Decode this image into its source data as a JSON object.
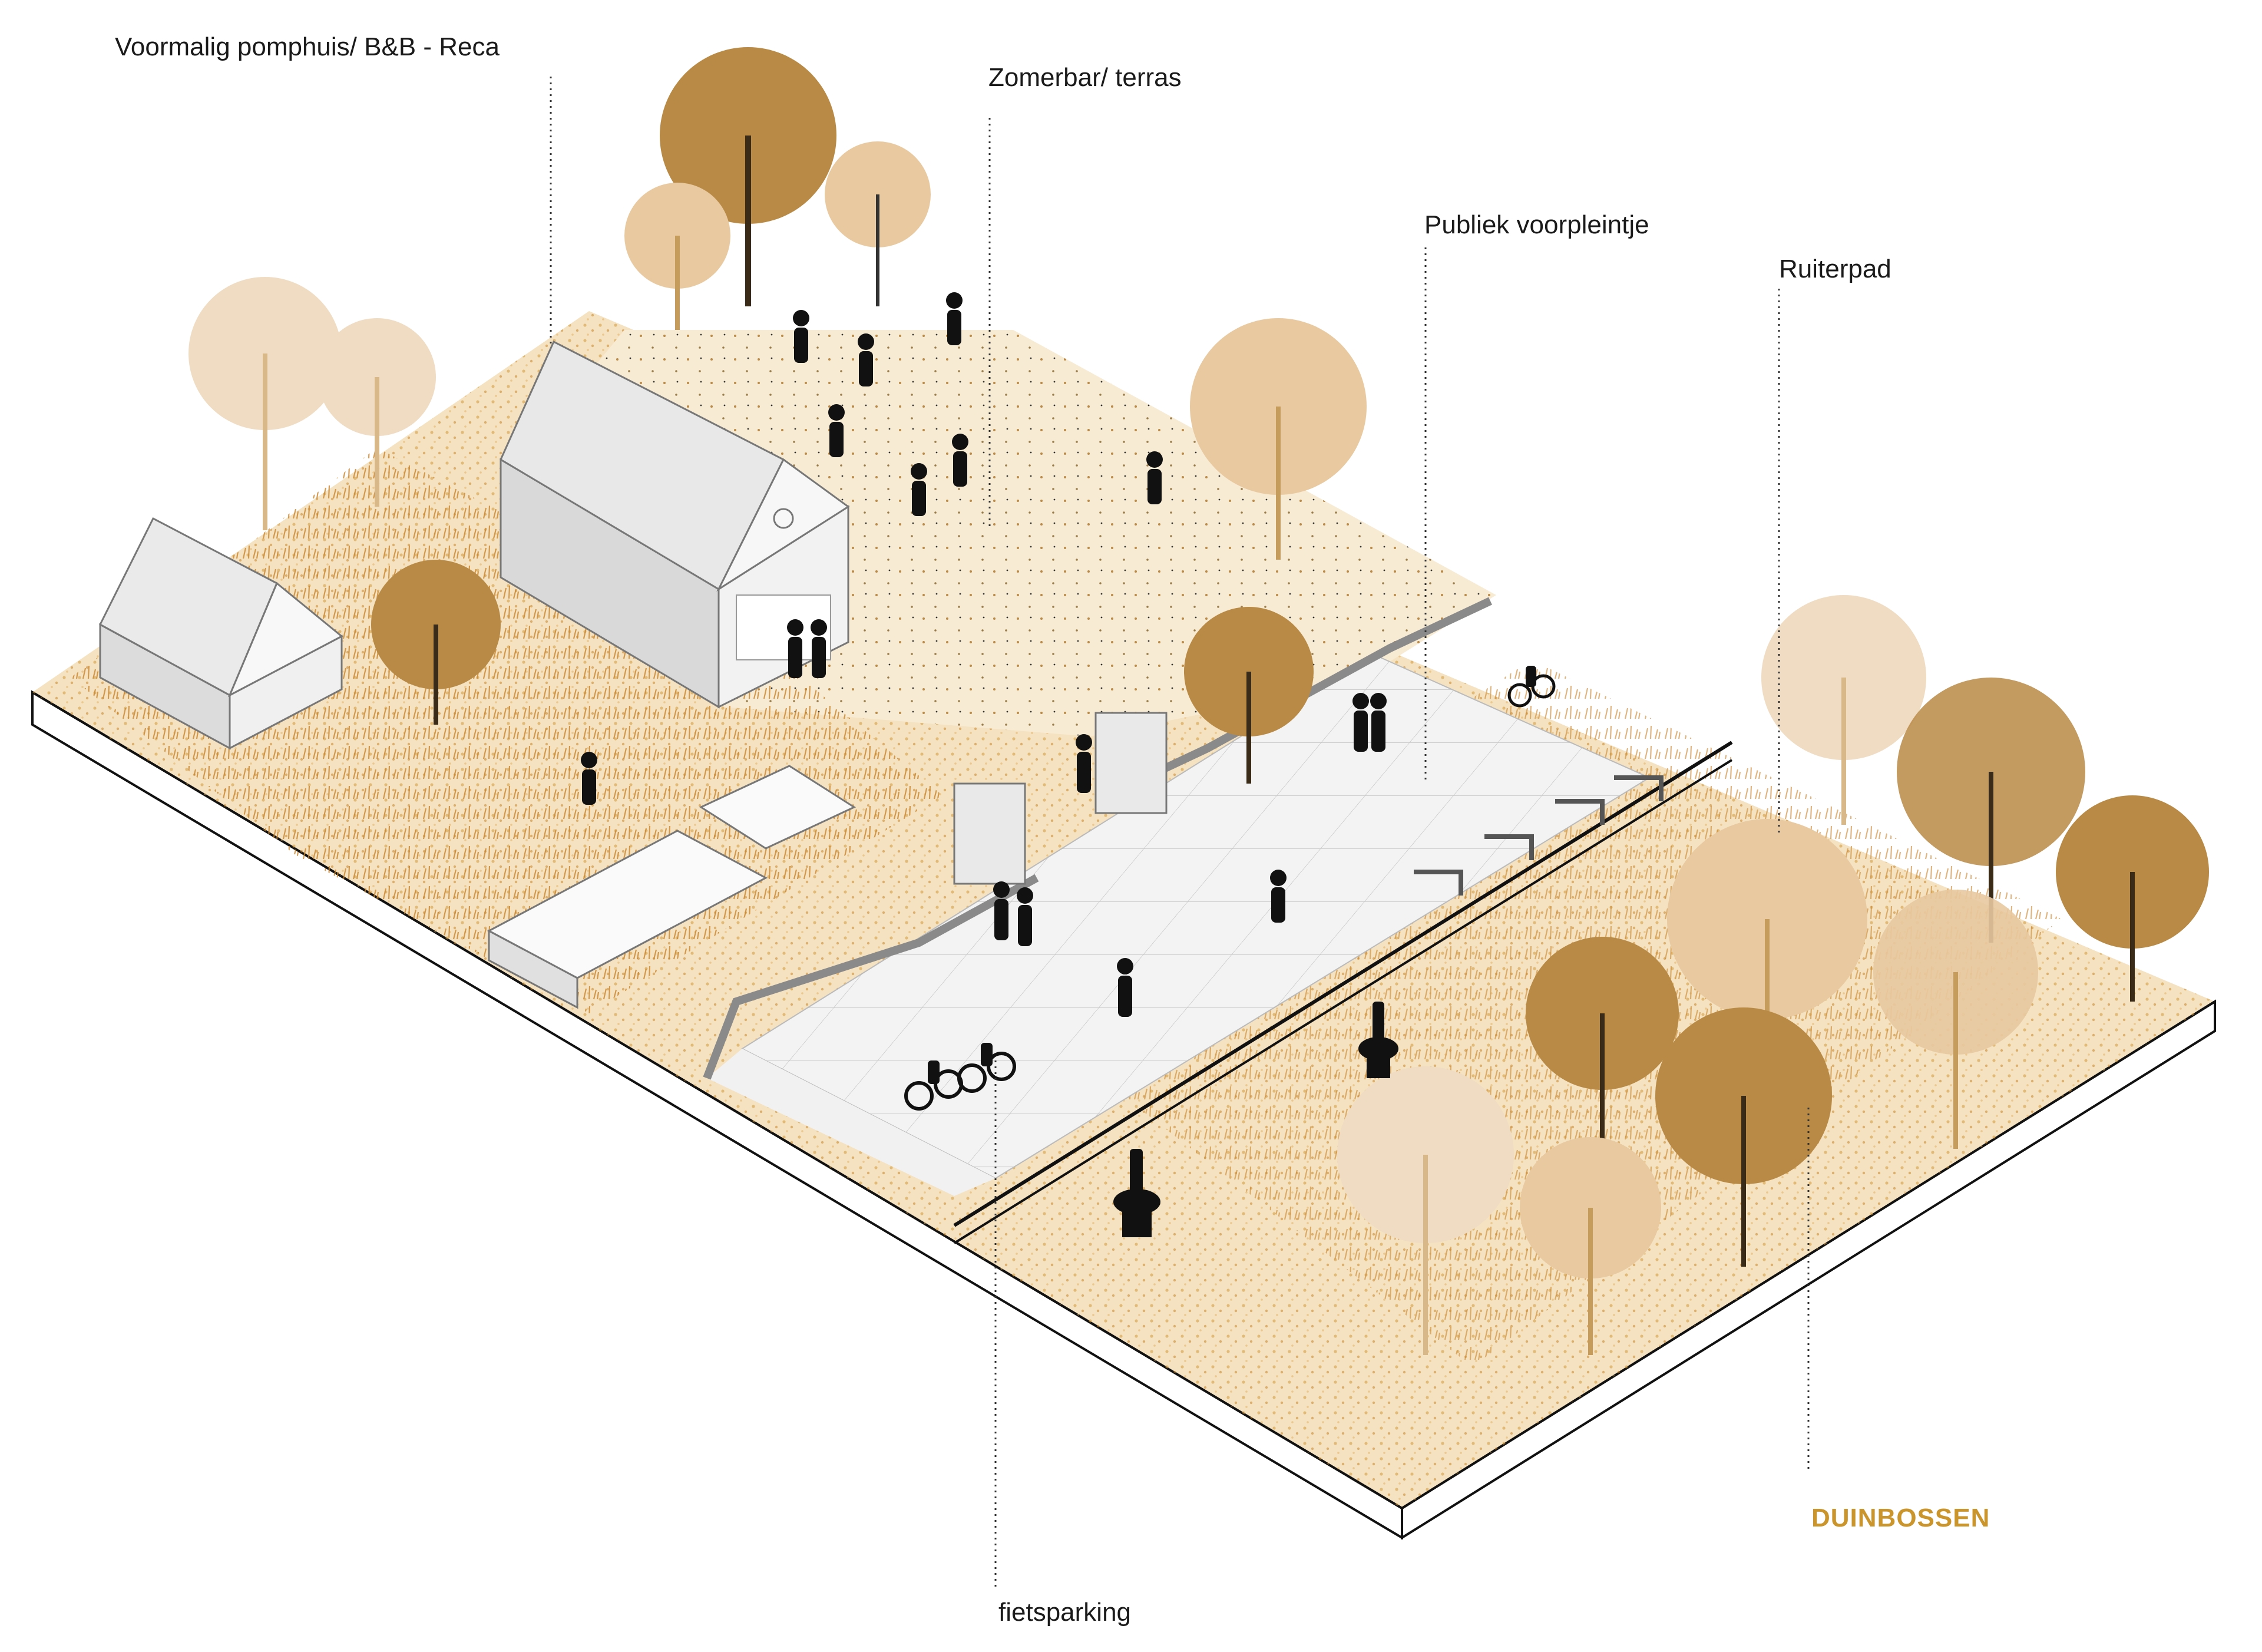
{
  "labels": {
    "pomphuis": "Voormalig pomphuis/ B&B - Reca",
    "zomerbar": "Zomerbar/ terras",
    "voorpleintje": "Publiek voorpleintje",
    "ruiterpad": "Ruiterpad",
    "fietsparking": "fietsparking",
    "duinbossen": "DUINBOSSEN"
  },
  "colors": {
    "ground": "#f6e4c4",
    "terrace": "#f8ead2",
    "meadow": "#e9c891",
    "dots": "#d39a3b",
    "tree_dark": "#b88a45",
    "tree_light": "#e8c9a0",
    "tree_pale": "#efdcc2",
    "building": "#e6e6e6",
    "paving": "#f2f2f2",
    "ink": "#1a1a1a",
    "accent": "#c9952c"
  }
}
